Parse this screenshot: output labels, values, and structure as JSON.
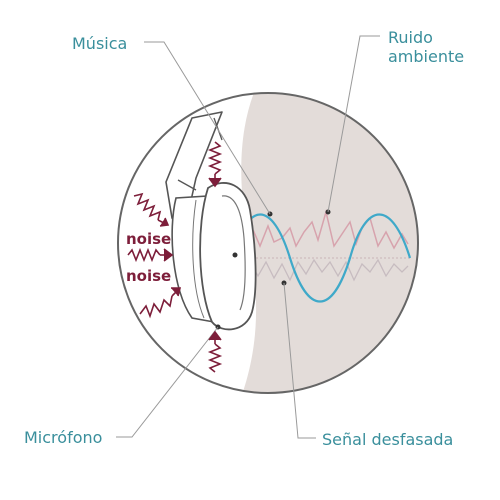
{
  "labels": {
    "music": "Música",
    "ambient_noise": "Ruido\nambiente",
    "microphone": "Micrófono",
    "phase_shifted_signal": "Señal desfasada"
  },
  "noise_words": [
    "noise",
    "noise"
  ],
  "colors": {
    "label_teal": "#3a8f9c",
    "noise_maroon": "#7d1e3a",
    "music_wave_blue": "#3fa9c9",
    "noise_wave_pink": "#d7a3ad",
    "antinoise_wave_grey": "#c7bcc0",
    "shaded_region": "#e3dcd9",
    "outline_grey": "#666666",
    "leader_line_grey": "#9a9a9a"
  }
}
